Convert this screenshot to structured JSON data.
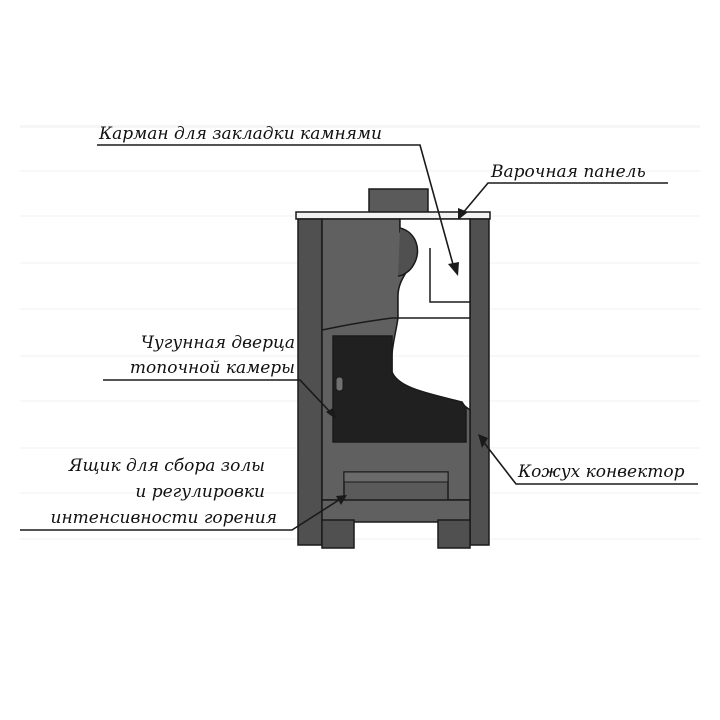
{
  "diagram": {
    "labels": {
      "stone_pocket": "Карман для закладки камнями",
      "cooking_panel": "Варочная панель",
      "door_line1": "Чугунная дверца",
      "door_line2": "топочной камеры",
      "ash_line1": "Ящик для сбора золы",
      "ash_line2": "и регулировки",
      "ash_line3": "интенсивности горения",
      "convector_casing": "Кожух конвектор"
    },
    "colors": {
      "casing": "#505050",
      "inner_body": "#606060",
      "firebox": "#202020",
      "outline": "#1a1a1a",
      "background_text_texture": "#e9e9e9"
    }
  }
}
